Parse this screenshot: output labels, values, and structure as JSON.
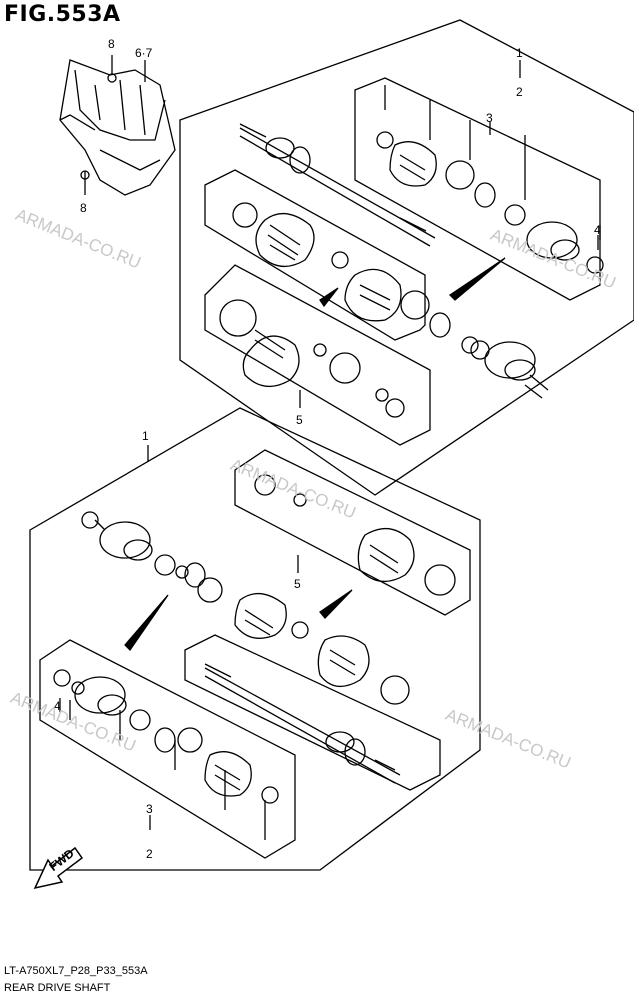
{
  "figure": {
    "title": "FIG.553A"
  },
  "footer": {
    "code": "LT-A750XL7_P28_P33_553A",
    "name": "REAR DRIVE SHAFT"
  },
  "watermark": {
    "text": "ARMADA-CO.RU"
  },
  "fwd": {
    "label": "FWD"
  },
  "callouts": {
    "c1a": "1",
    "c2a": "2",
    "c3a": "3",
    "c4a": "4",
    "c5a": "5",
    "c1b": "1",
    "c2b": "2",
    "c3b": "3",
    "c4b": "4",
    "c5b": "5",
    "c8a": "8",
    "c8b": "8",
    "c67": "6·7"
  },
  "colors": {
    "line": "#000000",
    "watermark": "#c8c8c8"
  }
}
